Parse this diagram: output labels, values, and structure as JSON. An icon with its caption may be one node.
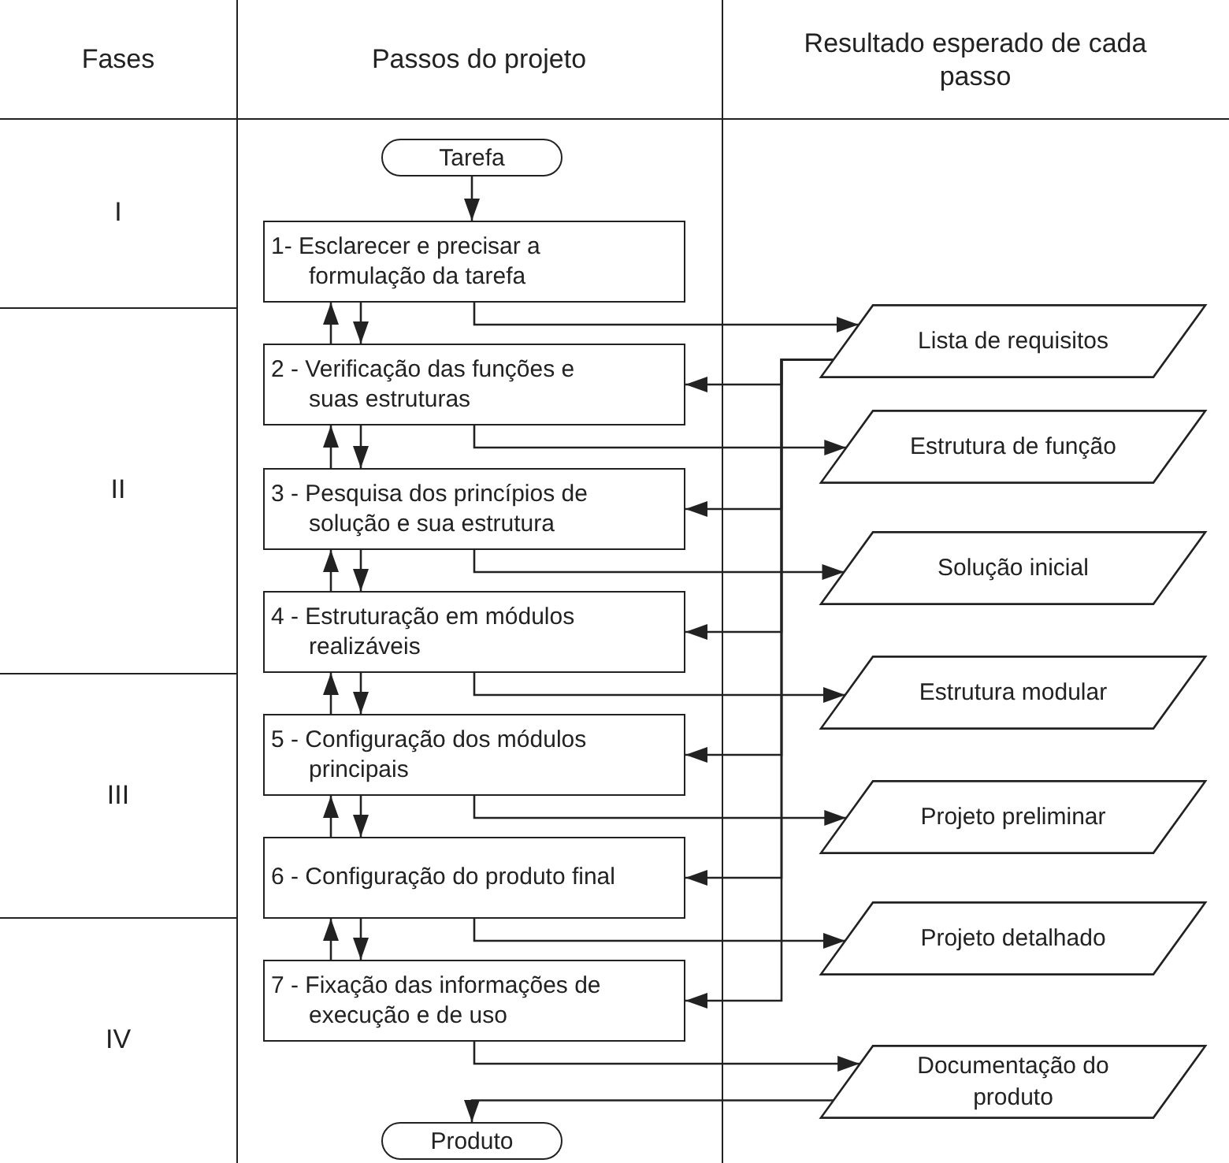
{
  "diagram": {
    "nodes": [
      {
        "text": [
          "Tarefa"
        ]
      },
      {
        "text": [
          "1- Esclarecer e precisar a formulação da tarefa"
        ]
      },
      {
        "text": [
          "2 - Verificação das funções e suas estruturas"
        ]
      },
      {
        "text": [
          "3 - Pesquisa dos princípios de solução e sua estrutura"
        ]
      },
      {
        "text": [
          "4 - Estruturação em módulos realizáveis"
        ]
      },
      {
        "text": [
          "5 - Configuração dos módulos principais"
        ]
      },
      {
        "text": [
          "6 - Configuração do produto final"
        ]
      },
      {
        "text": [
          "7 - Fixação das informações de execução e de uso"
        ]
      },
      {
        "text": [
          "Produto"
        ]
      },
      {
        "text": [
          "Lista de requisitos"
        ]
      },
      {
        "text": [
          "Estrutura de função"
        ]
      },
      {
        "text": [
          "Solução inicial"
        ]
      },
      {
        "text": [
          "Estrutura modular"
        ]
      },
      {
        "text": [
          "Projeto preliminar"
        ]
      },
      {
        "text": [
          "Projeto detalhado"
        ]
      },
      {
        "text": [
          "Documentação do produto"
        ]
      }
    ],
    "edges": [
      {
        "from": 0,
        "to": 1,
        "arrow": "to"
      },
      {
        "from": 1,
        "to": 9,
        "arrow": "to"
      },
      {
        "from": 1,
        "to": 2,
        "arrow": "to"
      },
      {
        "from": 2,
        "to": 1,
        "arrow": "to"
      },
      {
        "from": 2,
        "to": 10,
        "arrow": "to"
      },
      {
        "from": 2,
        "to": 3,
        "arrow": "to"
      },
      {
        "from": 3,
        "to": 2,
        "arrow": "to"
      },
      {
        "from": 3,
        "to": 11,
        "arrow": "to"
      },
      {
        "from": 3,
        "to": 4,
        "arrow": "to"
      },
      {
        "from": 4,
        "to": 3,
        "arrow": "to"
      },
      {
        "from": 4,
        "to": 12,
        "arrow": "to"
      },
      {
        "from": 4,
        "to": 5,
        "arrow": "to"
      },
      {
        "from": 5,
        "to": 4,
        "arrow": "to"
      },
      {
        "from": 5,
        "to": 13,
        "arrow": "to"
      },
      {
        "from": 5,
        "to": 6,
        "arrow": "to"
      },
      {
        "from": 6,
        "to": 5,
        "arrow": "to"
      },
      {
        "from": 6,
        "to": 14,
        "arrow": "to"
      },
      {
        "from": 6,
        "to": 7,
        "arrow": "to"
      },
      {
        "from": 7,
        "to": 6,
        "arrow": "to"
      },
      {
        "from": 7,
        "to": 15,
        "arrow": "to"
      },
      {
        "from": 9,
        "to": 2,
        "arrow": "to"
      },
      {
        "from": 9,
        "to": 3,
        "arrow": "to"
      },
      {
        "from": 9,
        "to": 4,
        "arrow": "to"
      },
      {
        "from": 9,
        "to": 5,
        "arrow": "to"
      },
      {
        "from": 9,
        "to": 6,
        "arrow": "to"
      },
      {
        "from": 9,
        "to": 7,
        "arrow": "to"
      },
      {
        "from": 15,
        "to": 8,
        "arrow": "to"
      }
    ],
    "labels": [
      "Fases",
      "Passos do projeto",
      "Resultado esperado de cada passo",
      "I",
      "II",
      "III",
      "IV"
    ]
  }
}
